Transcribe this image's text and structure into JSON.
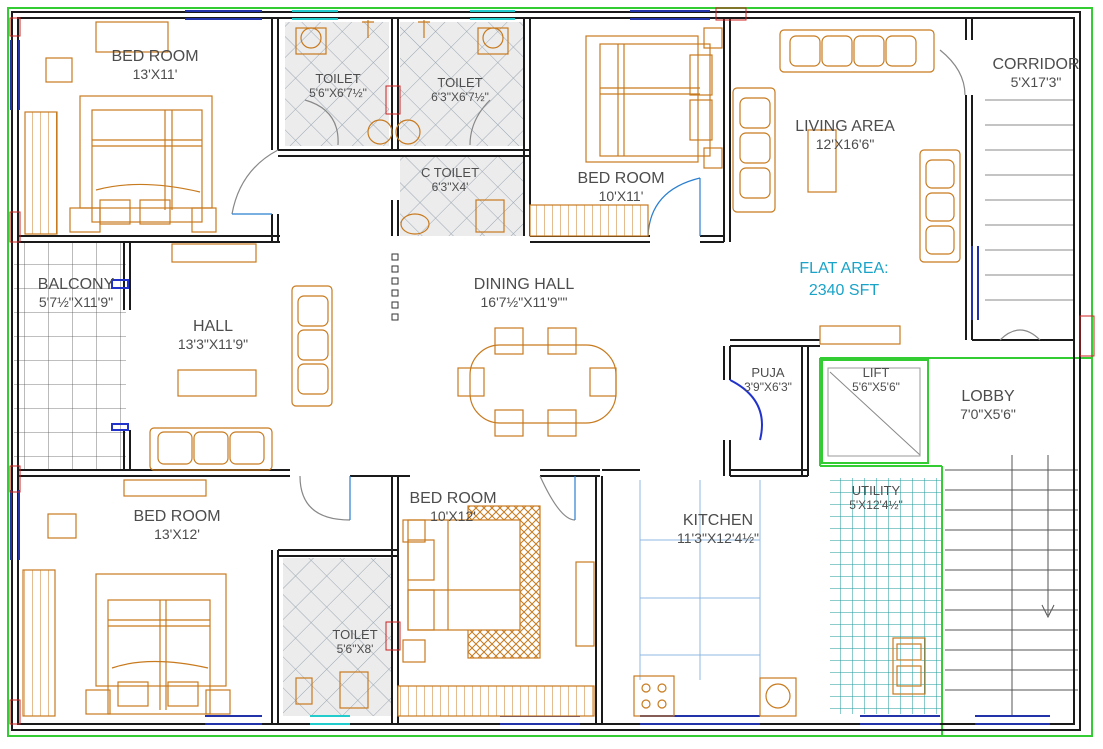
{
  "rooms": {
    "bed_room_1": {
      "name": "BED ROOM",
      "dim": "13'X11'"
    },
    "toilet_1": {
      "name": "TOILET",
      "dim": "5'6\"X6'7½\""
    },
    "toilet_2": {
      "name": "TOILET",
      "dim": "6'3\"X6'7½\""
    },
    "c_toilet": {
      "name": "C TOILET",
      "dim": "6'3\"X4'"
    },
    "bed_room_2": {
      "name": "BED ROOM",
      "dim": "10'X11'"
    },
    "living_area": {
      "name": "LIVING AREA",
      "dim": "12'X16'6\""
    },
    "corridor": {
      "name": "CORRIDOR",
      "dim": "5'X17'3\""
    },
    "balcony": {
      "name": "BALCONY",
      "dim": "5'7½\"X11'9\""
    },
    "hall": {
      "name": "HALL",
      "dim": "13'3\"X11'9\""
    },
    "dining_hall": {
      "name": "DINING HALL",
      "dim": "16'7½\"X11'9\"\""
    },
    "puja": {
      "name": "PUJA",
      "dim": "3'9\"X6'3\""
    },
    "lift": {
      "name": "LIFT",
      "dim": "5'6\"X5'6\""
    },
    "lobby": {
      "name": "LOBBY",
      "dim": "7'0\"X5'6\""
    },
    "bed_room_3": {
      "name": "BED ROOM",
      "dim": "13'X12'"
    },
    "bed_room_4": {
      "name": "BED ROOM",
      "dim": "10'X12'"
    },
    "kitchen": {
      "name": "KITCHEN",
      "dim": "11'3\"X12'4½\""
    },
    "utility": {
      "name": "UTILITY",
      "dim": "5'X12'4½\""
    },
    "toilet_3": {
      "name": "TOILET",
      "dim": "5'6\"X8'"
    }
  },
  "flat_area": {
    "label": "FLAT AREA:",
    "value": "2340 SFT"
  },
  "colors": {
    "wall": "#1a1a1a",
    "furniture": "#c87a1e",
    "window": "#2233aa",
    "door": "#2a7fd0",
    "outline": "#33cc33",
    "tile": "#9aa6b2",
    "utility_tile": "#1a9a9a",
    "flat_area_text": "#1aa3c8"
  }
}
